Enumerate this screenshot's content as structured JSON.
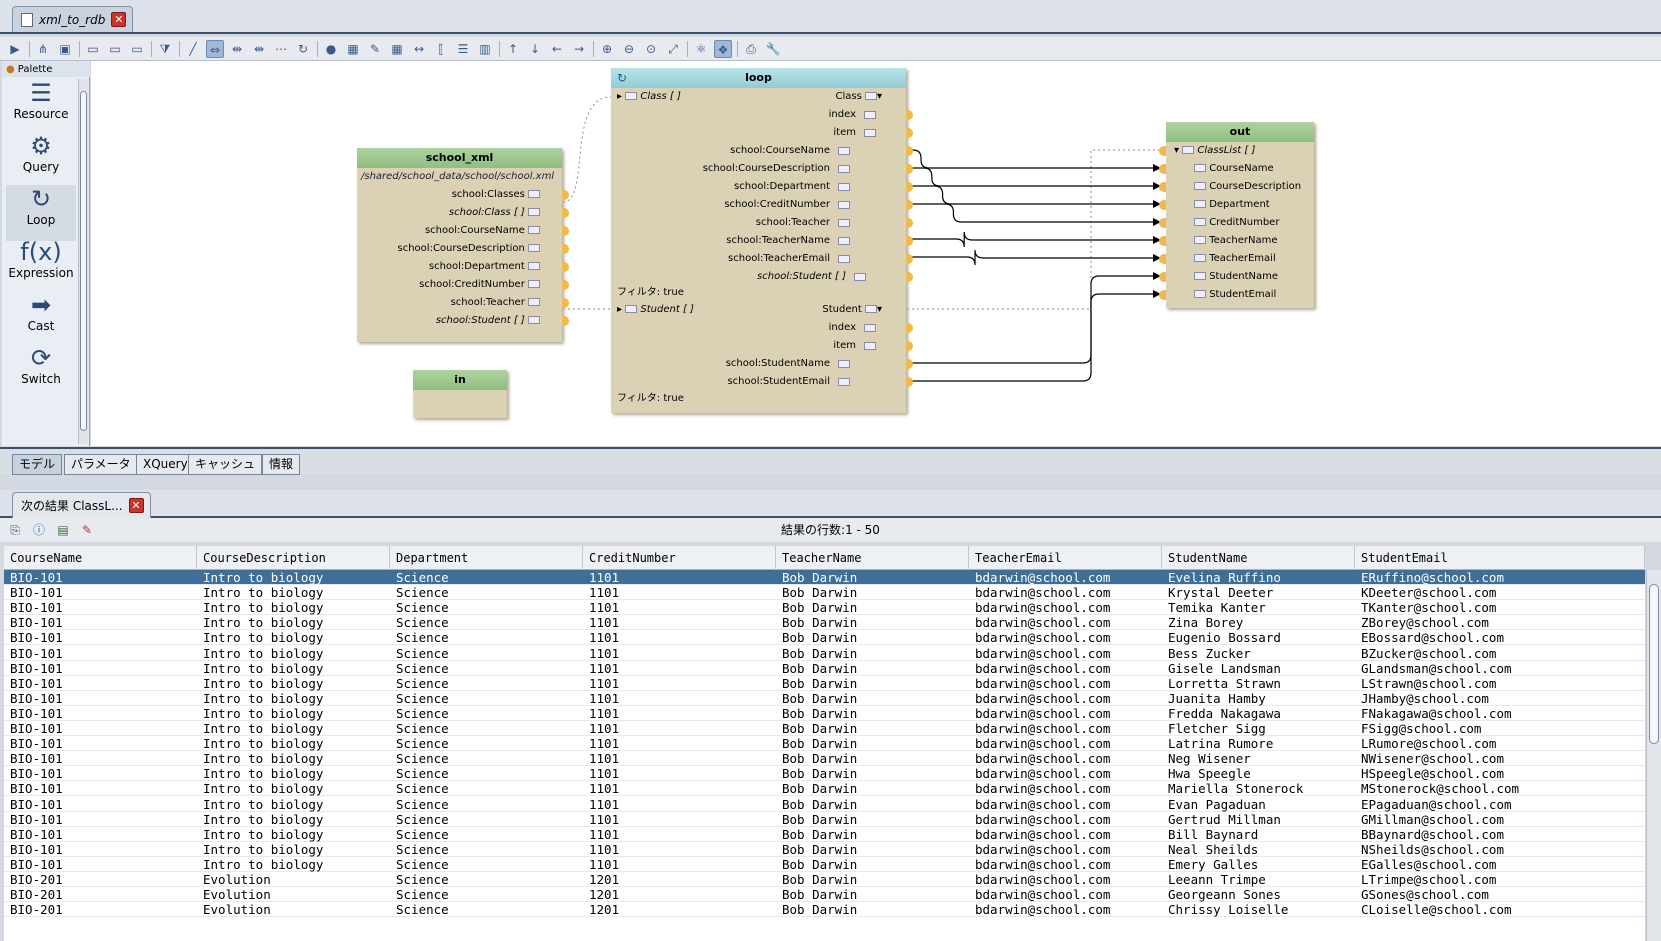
{
  "editor": {
    "tab_label": "xml_to_rdb",
    "close_label": "✕"
  },
  "palette": {
    "title": "Palette",
    "items": [
      {
        "label": "Resource",
        "icon": "resource-icon",
        "glyph": "☰"
      },
      {
        "label": "Query",
        "icon": "gear-icon",
        "glyph": "⚙"
      },
      {
        "label": "Loop",
        "icon": "loop-icon",
        "glyph": "↻"
      },
      {
        "label": "Expression",
        "icon": "function-icon",
        "glyph": "f(x)"
      },
      {
        "label": "Cast",
        "icon": "arrow-right-icon",
        "glyph": "➡"
      },
      {
        "label": "Switch",
        "icon": "switch-icon",
        "glyph": "⟳"
      }
    ]
  },
  "nodes": {
    "school_xml": {
      "title": "school_xml",
      "path": "/shared/school_data/school/school.xml",
      "fields": [
        "school:Classes",
        "school:Class [ ]",
        "school:CourseName",
        "school:CourseDescription",
        "school:Department",
        "school:CreditNumber",
        "school:Teacher",
        "school:Student [ ]"
      ]
    },
    "in": {
      "title": "in"
    },
    "loop": {
      "title": "loop",
      "class_input": "Class [ ]",
      "class_out": "Class",
      "class_fields": [
        "index",
        "item",
        "school:CourseName",
        "school:CourseDescription",
        "school:Department",
        "school:CreditNumber",
        "school:Teacher",
        "school:TeacherName",
        "school:TeacherEmail",
        "school:Student [ ]"
      ],
      "filter1": "フィルタ: true",
      "student_input": "Student [ ]",
      "student_out": "Student",
      "student_fields": [
        "index",
        "item",
        "school:StudentName",
        "school:StudentEmail"
      ],
      "filter2": "フィルタ: true"
    },
    "out": {
      "title": "out",
      "list": "ClassList [ ]",
      "fields": [
        "CourseName",
        "CourseDescription",
        "Department",
        "CreditNumber",
        "TeacherName",
        "TeacherEmail",
        "StudentName",
        "StudentEmail"
      ]
    }
  },
  "view_tabs": [
    "モデル",
    "パラメータ",
    "XQuery",
    "キャッシュ",
    "情報"
  ],
  "results": {
    "tab_label": "次の結果 ClassL...",
    "row_count": "結果の行数:1 - 50",
    "columns": [
      "CourseName",
      "CourseDescription",
      "Department",
      "CreditNumber",
      "TeacherName",
      "TeacherEmail",
      "StudentName",
      "StudentEmail"
    ],
    "rows": [
      [
        "BIO-101",
        "Intro to biology",
        "Science",
        "1101",
        "Bob Darwin",
        "bdarwin@school.com",
        "Evelina Ruffino",
        "ERuffino@school.com"
      ],
      [
        "BIO-101",
        "Intro to biology",
        "Science",
        "1101",
        "Bob Darwin",
        "bdarwin@school.com",
        "Krystal Deeter",
        "KDeeter@school.com"
      ],
      [
        "BIO-101",
        "Intro to biology",
        "Science",
        "1101",
        "Bob Darwin",
        "bdarwin@school.com",
        "Temika Kanter",
        "TKanter@school.com"
      ],
      [
        "BIO-101",
        "Intro to biology",
        "Science",
        "1101",
        "Bob Darwin",
        "bdarwin@school.com",
        "Zina Borey",
        "ZBorey@school.com"
      ],
      [
        "BIO-101",
        "Intro to biology",
        "Science",
        "1101",
        "Bob Darwin",
        "bdarwin@school.com",
        "Eugenio Bossard",
        "EBossard@school.com"
      ],
      [
        "BIO-101",
        "Intro to biology",
        "Science",
        "1101",
        "Bob Darwin",
        "bdarwin@school.com",
        "Bess Zucker",
        "BZucker@school.com"
      ],
      [
        "BIO-101",
        "Intro to biology",
        "Science",
        "1101",
        "Bob Darwin",
        "bdarwin@school.com",
        "Gisele Landsman",
        "GLandsman@school.com"
      ],
      [
        "BIO-101",
        "Intro to biology",
        "Science",
        "1101",
        "Bob Darwin",
        "bdarwin@school.com",
        "Lorretta Strawn",
        "LStrawn@school.com"
      ],
      [
        "BIO-101",
        "Intro to biology",
        "Science",
        "1101",
        "Bob Darwin",
        "bdarwin@school.com",
        "Juanita Hamby",
        "JHamby@school.com"
      ],
      [
        "BIO-101",
        "Intro to biology",
        "Science",
        "1101",
        "Bob Darwin",
        "bdarwin@school.com",
        "Fredda Nakagawa",
        "FNakagawa@school.com"
      ],
      [
        "BIO-101",
        "Intro to biology",
        "Science",
        "1101",
        "Bob Darwin",
        "bdarwin@school.com",
        "Fletcher Sigg",
        "FSigg@school.com"
      ],
      [
        "BIO-101",
        "Intro to biology",
        "Science",
        "1101",
        "Bob Darwin",
        "bdarwin@school.com",
        "Latrina Rumore",
        "LRumore@school.com"
      ],
      [
        "BIO-101",
        "Intro to biology",
        "Science",
        "1101",
        "Bob Darwin",
        "bdarwin@school.com",
        "Neg Wisener",
        "NWisener@school.com"
      ],
      [
        "BIO-101",
        "Intro to biology",
        "Science",
        "1101",
        "Bob Darwin",
        "bdarwin@school.com",
        "Hwa Speegle",
        "HSpeegle@school.com"
      ],
      [
        "BIO-101",
        "Intro to biology",
        "Science",
        "1101",
        "Bob Darwin",
        "bdarwin@school.com",
        "Mariella Stonerock",
        "MStonerock@school.com"
      ],
      [
        "BIO-101",
        "Intro to biology",
        "Science",
        "1101",
        "Bob Darwin",
        "bdarwin@school.com",
        "Evan Pagaduan",
        "EPagaduan@school.com"
      ],
      [
        "BIO-101",
        "Intro to biology",
        "Science",
        "1101",
        "Bob Darwin",
        "bdarwin@school.com",
        "Gertrud Millman",
        "GMillman@school.com"
      ],
      [
        "BIO-101",
        "Intro to biology",
        "Science",
        "1101",
        "Bob Darwin",
        "bdarwin@school.com",
        "Bill Baynard",
        "BBaynard@school.com"
      ],
      [
        "BIO-101",
        "Intro to biology",
        "Science",
        "1101",
        "Bob Darwin",
        "bdarwin@school.com",
        "Neal Sheilds",
        "NSheilds@school.com"
      ],
      [
        "BIO-101",
        "Intro to biology",
        "Science",
        "1101",
        "Bob Darwin",
        "bdarwin@school.com",
        "Emery Galles",
        "EGalles@school.com"
      ],
      [
        "BIO-201",
        "Evolution",
        "Science",
        "1201",
        "Bob Darwin",
        "bdarwin@school.com",
        "Leeann Trimpe",
        "LTrimpe@school.com"
      ],
      [
        "BIO-201",
        "Evolution",
        "Science",
        "1201",
        "Bob Darwin",
        "bdarwin@school.com",
        "Georgeann Sones",
        "GSones@school.com"
      ],
      [
        "BIO-201",
        "Evolution",
        "Science",
        "1201",
        "Bob Darwin",
        "bdarwin@school.com",
        "Chrissy Loiselle",
        "CLoiselle@school.com"
      ]
    ]
  }
}
